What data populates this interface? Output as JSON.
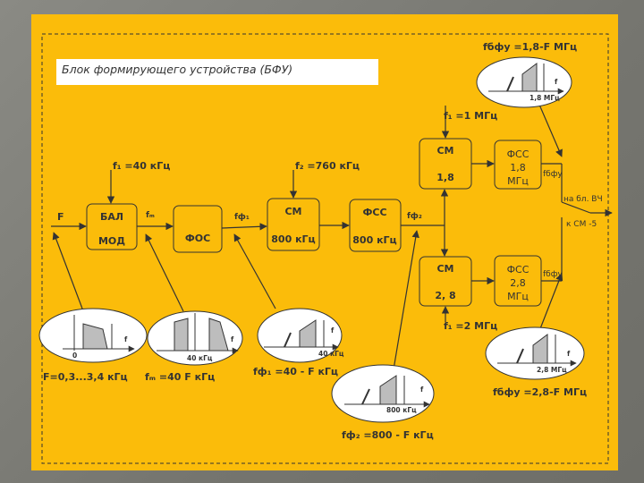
{
  "title": "Блок формирующего устройства (БФУ)",
  "blocks": {
    "bal_line1": "БАЛ",
    "bal_line2": "МОД",
    "fos": "ФОС",
    "cm1_line1": "СМ",
    "cm1_line2": "800 кГц",
    "fss1_line1": "ФСС",
    "fss1_line2": "800 кГц",
    "cm_top_line1": "СМ",
    "cm_top_line2": "1,8",
    "cm_bot_line1": "СМ",
    "cm_bot_line2": "2, 8",
    "fss_top_line1": "ФСС",
    "fss_top_line2": "1,8",
    "fss_top_line3": "МГц",
    "fss_bot_line1": "ФСС",
    "fss_bot_line2": "2,8",
    "fss_bot_line3": "МГц"
  },
  "labels": {
    "f1": "f₁ =40 кГц",
    "f2": "f₂ =760 кГц",
    "f1p": "f₁ =1 МГц",
    "f1pp": "f₁ =2 МГц",
    "F_in": "F",
    "fm": "fₘ",
    "ff1": "fф₁",
    "ff2": "fф₂",
    "fbfu_top_small": "fбфу",
    "fbfu_bot_small": "fбфу",
    "out_line1": "на бл. ВЧ",
    "out_line2": "к СМ -5",
    "top_right_formula": "fбфу =1,8-F МГц",
    "bot_right_formula": "fбфу =2,8-F МГц",
    "ellipse1_caption": "F=0,3...3,4 кГц",
    "ellipse2_caption": "fₘ =40 F кГц",
    "ellipse3_caption": "fф₁ =40 - F кГц",
    "ellipse4_caption": "fф₂ =800 - F кГц",
    "ell1_zero": "0",
    "ell1_f": "f",
    "ell2_freq": "40 кГц",
    "ell2_f": "f",
    "ell3_freq": "40 кГц",
    "ell3_f": "f",
    "ell4_freq": "800 кГц",
    "ell4_f": "f",
    "ell_top_freq": "1,8 МГц",
    "ell_top_f": "f",
    "ell_bot_freq": "2,8 МГц",
    "ell_bot_f": "f"
  },
  "colors": {
    "panel": "#fbbc0a",
    "frame": "#7d7d77",
    "line": "#333333",
    "spectrum_fill": "#bdbdbd"
  }
}
